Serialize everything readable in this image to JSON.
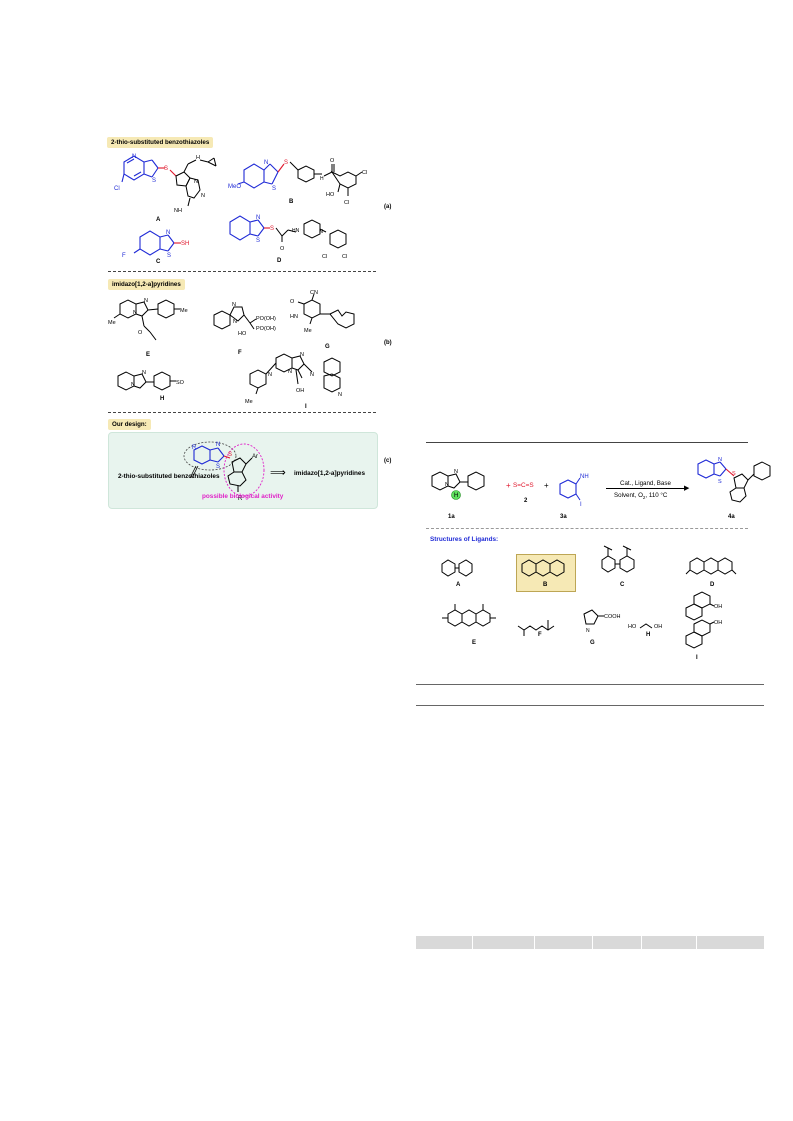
{
  "figure1": {
    "panels": {
      "a": {
        "tag": "2-thio-substituted benzothiazoles",
        "side_label": "(a)",
        "compounds": [
          "A",
          "B",
          "C",
          "D"
        ]
      },
      "b": {
        "tag": "imidazo[1,2-a]pyridines",
        "side_label": "(b)",
        "compounds": [
          "E",
          "F",
          "G",
          "H",
          "I"
        ]
      },
      "c": {
        "tag": "Our design:",
        "side_label": "(c)",
        "left_caption": "2-thio-substituted benzothiazoles",
        "right_caption": "imidazo[1,2-a]pyridines",
        "activity": "possible biological activity",
        "ar": "Ar",
        "r1": "R",
        "r2": "R"
      }
    },
    "atoms": {
      "cl": "Cl",
      "s": "S",
      "n": "N",
      "nh": "H",
      "nh2": "NH",
      "meo": "MeO",
      "ho": "HO",
      "o": "O",
      "oh": "OH",
      "cf3": "F",
      "sh": "SH",
      "hn": "HN",
      "me": "Me",
      "po": "PO(OH)",
      "so2me": "SO",
      "cn": "CN"
    }
  },
  "scheme": {
    "reagents": {
      "r1": "1a",
      "r2": "2",
      "r3": "3a",
      "product": "4a",
      "cs2": "S=C=S",
      "nh2": "NH",
      "i": "I",
      "h": "H",
      "plus": "+"
    },
    "conditions": {
      "line1": "Cat., Ligand, Base",
      "line2": "Solvent, O",
      "temp": ", 110 °C"
    },
    "ligands_title": "Structures of Ligands:",
    "ligands": [
      "A",
      "B",
      "C",
      "D",
      "E",
      "F",
      "G",
      "H",
      "I"
    ],
    "ligand_atoms": {
      "cooh": "COOH",
      "ho": "HO",
      "oh": "OH",
      "n": "N",
      "h": "H"
    }
  },
  "colors": {
    "blue": "#1f2ad6",
    "red": "#e0162b",
    "magenta": "#e020c8",
    "tag_bg": "#f6e9b5",
    "design_bg": "#e8f4ee",
    "highlight": "#f6e9b5",
    "green": "#5fe05f"
  }
}
